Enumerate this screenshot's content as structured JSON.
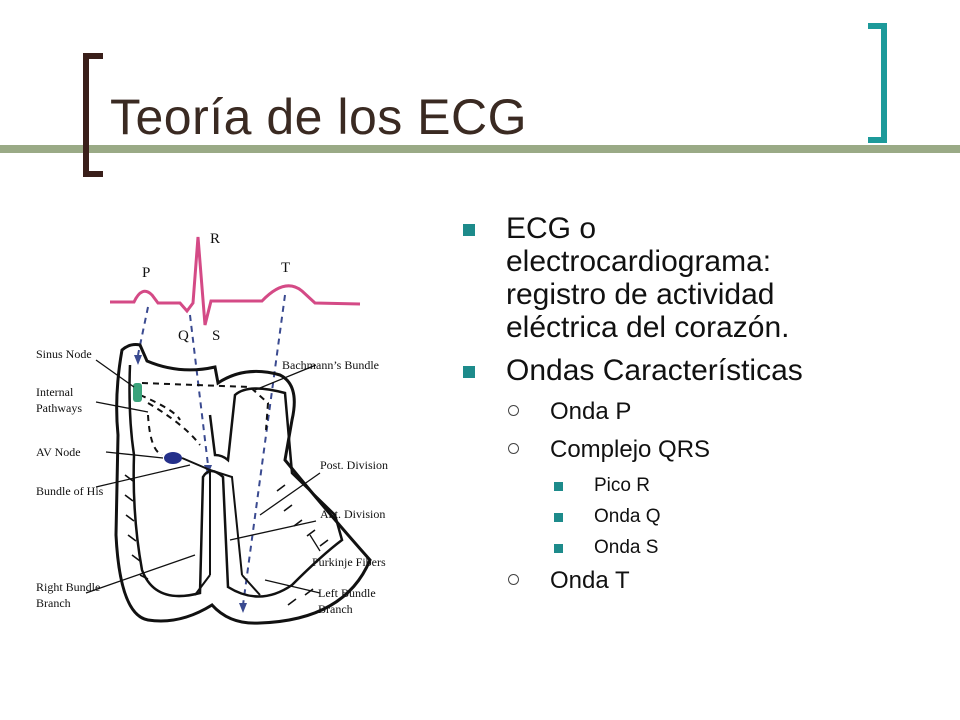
{
  "slide": {
    "title": "Teoría de los ECG",
    "accent_color": "#1d8b8b",
    "bracket_left_color": "#3a1f1a",
    "rule_color": "#9aaa86"
  },
  "diagram": {
    "wave_labels": {
      "p": "P",
      "q": "Q",
      "r": "R",
      "s": "S",
      "t": "T"
    },
    "labels": {
      "sinus_node": "Sinus Node",
      "internal_pathways_1": "Internal",
      "internal_pathways_2": "Pathways",
      "av_node": "AV Node",
      "bundle_of_his": "Bundle of His",
      "right_bundle_1": "Right Bundle",
      "right_bundle_2": "Branch",
      "bachmanns_bundle": "Bachmann’s Bundle",
      "post_division": "Post. Division",
      "ant_division": "Ant. Division",
      "purkinje_fibers": "Purkinje Fibers",
      "left_bundle_1": "Left Bundle",
      "left_bundle_2": "Branch"
    }
  },
  "bullets": {
    "b1_line1": "ECG o",
    "b1_line2": "electrocardiograma:",
    "b1_line3": "registro de actividad",
    "b1_line4": "eléctrica del corazón.",
    "b2": "Ondas Características",
    "onda_p": "Onda P",
    "complejo_qrs": "Complejo QRS",
    "pico_r": "Pico R",
    "onda_q": "Onda Q",
    "onda_s": "Onda S",
    "onda_t": "Onda T"
  }
}
